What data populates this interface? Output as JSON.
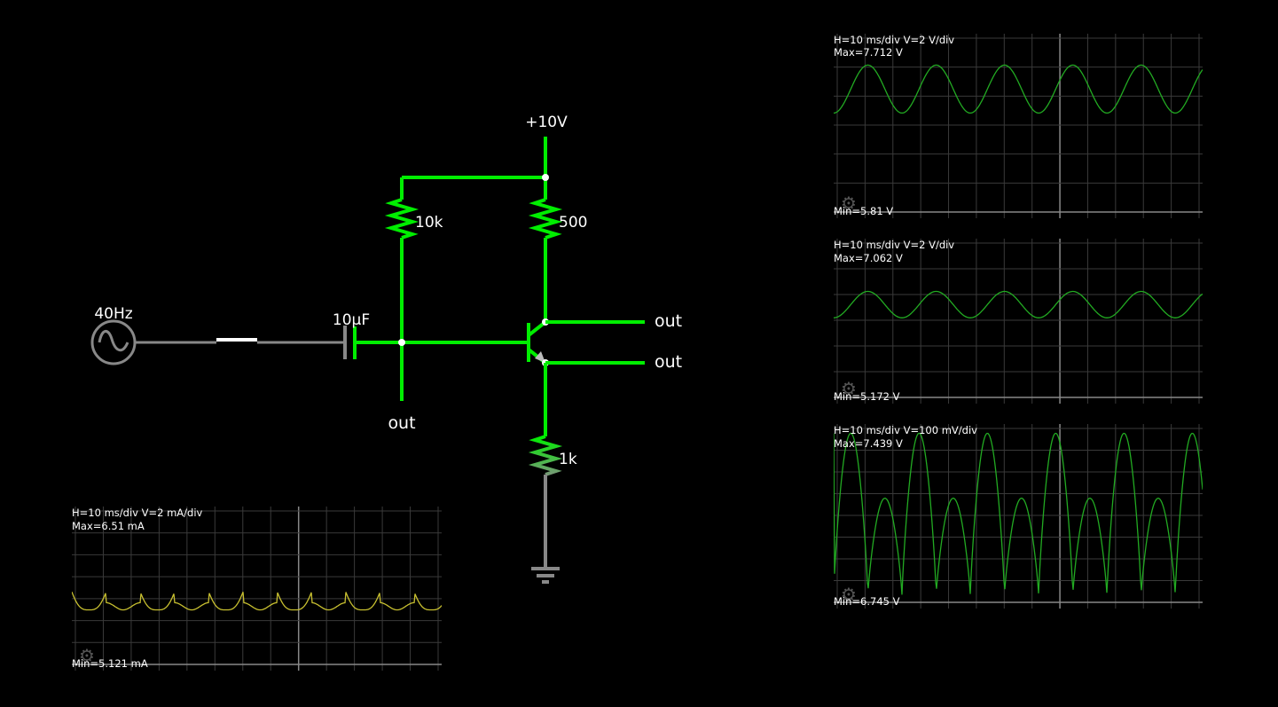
{
  "circuit": {
    "supply_label": "+10V",
    "source_label": "40Hz",
    "capacitor_label": "10µF",
    "r_base_label": "10k",
    "r_collector_label": "500",
    "r_emitter_label": "1k",
    "out_base_label": "out",
    "out_collector_label": "out",
    "out_emitter_label": "out",
    "colors": {
      "live_wire": "#00ee00",
      "dead_wire": "#888888",
      "switch": "#ffffff",
      "text": "#ffffff"
    }
  },
  "scopes": [
    {
      "id": "scope-collector",
      "header": "H=10 ms/div V=2 V/div",
      "max": "Max=7.712 V",
      "min": "Min=5.81 V",
      "trace_color": "#22aa22",
      "waveform": "sine",
      "cycles": 5.4,
      "trace_high": 0.17,
      "trace_low": 0.43
    },
    {
      "id": "scope-emitter",
      "header": "H=10 ms/div V=2 V/div",
      "max": "Max=7.062 V",
      "min": "Min=5.172 V",
      "trace_color": "#22aa22",
      "waveform": "sine",
      "cycles": 5.4,
      "trace_high": 0.32,
      "trace_low": 0.48
    },
    {
      "id": "scope-output",
      "header": "H=10 ms/div V=100 mV/div",
      "max": "Max=7.439 V",
      "min": "Min=6.745 V",
      "trace_color": "#22aa22",
      "waveform": "rectified",
      "cycles": 5.4,
      "trace_high": 0.05,
      "trace_low": 0.93
    },
    {
      "id": "scope-current",
      "header": "H=10 ms/div V=2 mA/div",
      "max": "Max=6.51 mA",
      "min": "Min=5.121 mA",
      "trace_color": "#c8c030",
      "waveform": "cusp",
      "cycles": 5.4,
      "trace_high": 0.52,
      "trace_low": 0.63
    }
  ]
}
